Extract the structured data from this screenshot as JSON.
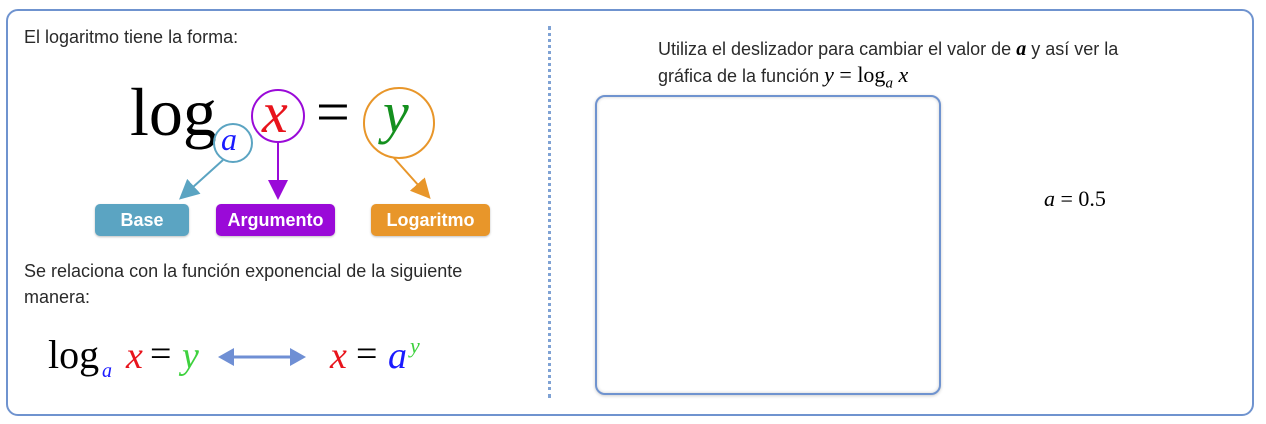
{
  "left": {
    "intro": "El logaritmo tiene la forma:",
    "formula": {
      "log": "log",
      "base": "a",
      "arg": "x",
      "eq": "=",
      "result": "y"
    },
    "labels": {
      "base": "Base",
      "argument": "Argumento",
      "logarithm": "Logaritmo"
    },
    "relation_text": "Se relaciona con la función exponencial de la siguiente manera:",
    "relation": {
      "log": "log",
      "base": "a",
      "arg": "x",
      "eq": "=",
      "result": "y",
      "rhs_x": "x",
      "rhs_eq": "=",
      "rhs_a": "a",
      "rhs_exp": "y"
    }
  },
  "right": {
    "instruction_part1": "Utiliza el deslizador para cambiar el valor de",
    "instruction_var": "a",
    "instruction_part2": "y así ver la",
    "instruction_line2": "gráfica de la función",
    "function": {
      "y": "y",
      "eq": "=",
      "log": "log",
      "base": "a",
      "x": "x"
    },
    "slider_readout": {
      "var": "a",
      "eq": "=",
      "value": "0.5"
    }
  },
  "colors": {
    "base": "#1a1aff",
    "arg": "#e8141c",
    "result": "#14901e",
    "result_light": "#3ed13e",
    "tag_base": "#5ba4c2",
    "tag_arg": "#9a0ad8",
    "tag_log": "#e8962a",
    "border": "#6f93cf"
  }
}
